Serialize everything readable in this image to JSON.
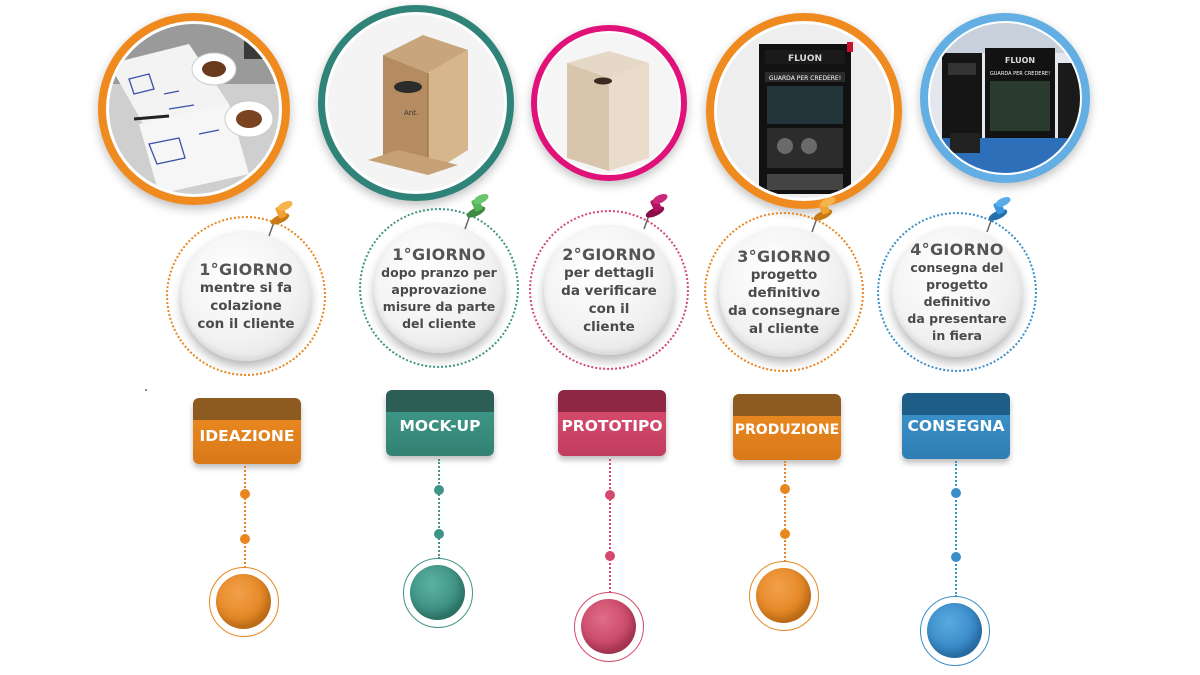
{
  "steps": [
    {
      "day": "1°GIORNO",
      "text": "mentre si fa\ncolazione\ncon il cliente",
      "phase": "IDEAZIONE",
      "photo": "sketches-and-coffee-photo",
      "colors": {
        "ring": "#ef8a1e",
        "top": "#8d5a1f",
        "bot": "#e8871f",
        "dots": "#e8871f",
        "pin": "#f0a232"
      }
    },
    {
      "day": "1°GIORNO",
      "text": "dopo pranzo per\napprovazione\nmisure da parte\ndel cliente",
      "phase": "MOCK-UP",
      "photo": "cardboard-mockup-photo",
      "colors": {
        "ring": "#2f8379",
        "top": "#2c5e56",
        "bot": "#3e9585",
        "dots": "#3e9585",
        "pin": "#56b55a"
      }
    },
    {
      "day": "2°GIORNO",
      "text": "per dettagli\nda verificare\ncon il\ncliente",
      "phase": "PROTOTIPO",
      "photo": "wooden-prototype-photo",
      "colors": {
        "ring": "#e0127a",
        "top": "#8d2744",
        "bot": "#d44a6c",
        "dots": "#d44a6c",
        "pin": "#b0155e"
      }
    },
    {
      "day": "3°GIORNO",
      "text": "progetto\ndefinitivo\nda consegnare\nal cliente",
      "phase": "PRODUZIONE",
      "photo": "final-display-photo",
      "colors": {
        "ring": "#ef8a1e",
        "top": "#8d5a1f",
        "bot": "#e8871f",
        "dots": "#e8871f",
        "pin": "#f0a232"
      }
    },
    {
      "day": "4°GIORNO",
      "text": "consegna del\nprogetto definitivo\nda presentare\nin fiera",
      "phase": "CONSEGNA",
      "photo": "trade-fair-stand-photo",
      "colors": {
        "ring": "#63afe3",
        "top": "#1d5d86",
        "bot": "#3a8fc7",
        "dots": "#3a8fc7",
        "pin": "#3a97df"
      }
    }
  ],
  "photo_texts": {
    "mockup_label": "Ant.",
    "display_brand": "FLUON",
    "display_slogan": "GUARDA PER CREDERE!",
    "fair_brand": "FLUON",
    "fair_slogan": "GUARDA PER CREDERE!"
  }
}
